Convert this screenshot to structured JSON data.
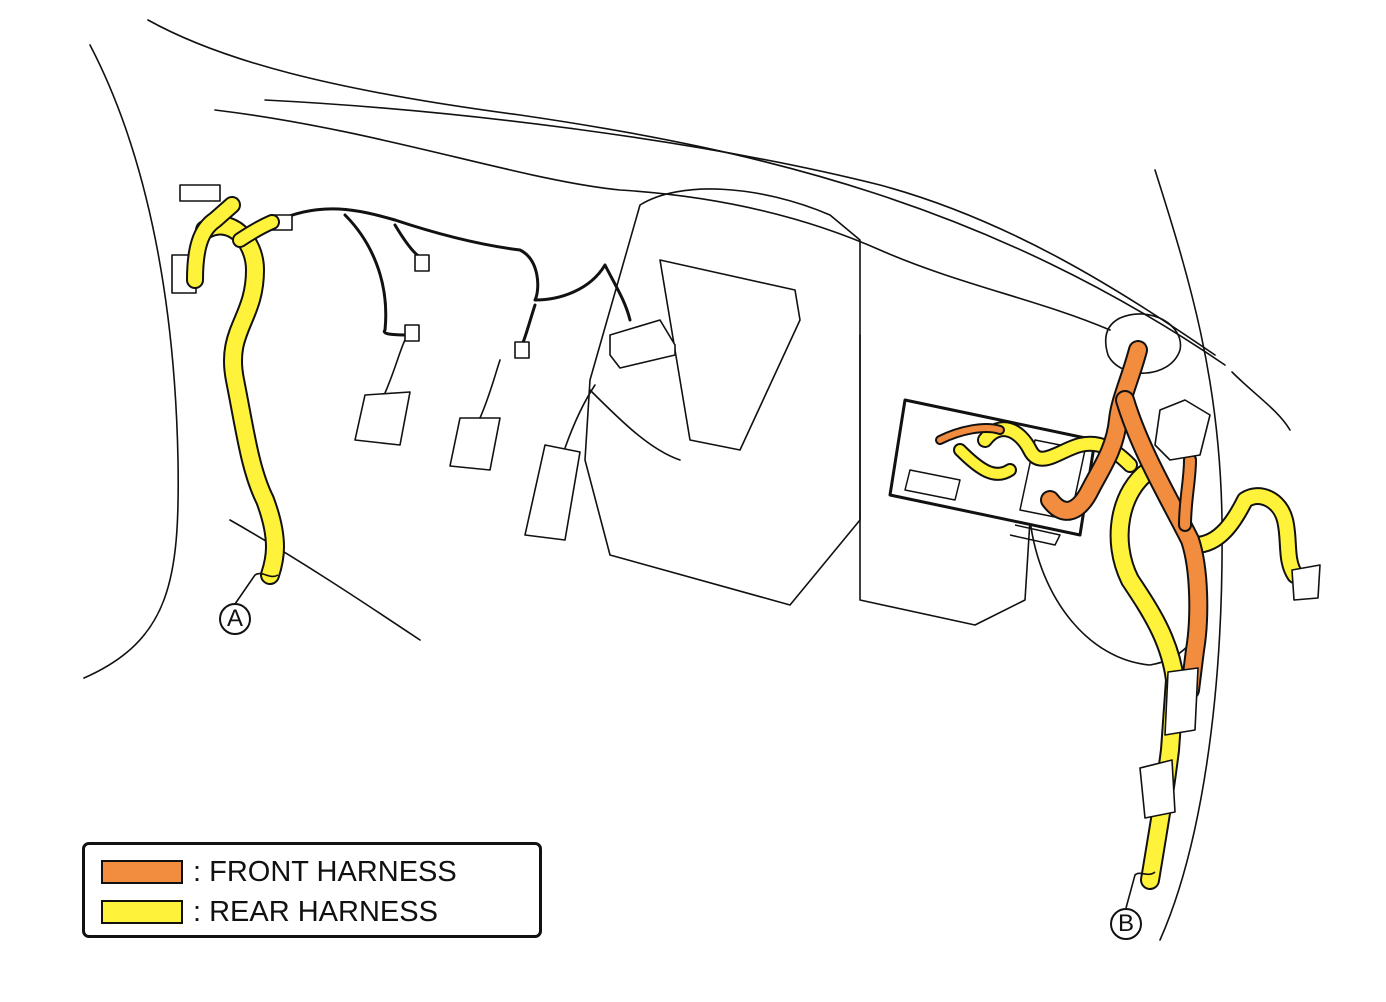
{
  "legend": {
    "items": [
      {
        "label": ": FRONT HARNESS",
        "color": "#F28C3F"
      },
      {
        "label": ": REAR HARNESS",
        "color": "#FFF23A"
      }
    ]
  },
  "callouts": {
    "a": "A",
    "b": "B"
  },
  "colors": {
    "front_harness": "#F28C3F",
    "rear_harness": "#FFF23A",
    "line": "#111111"
  }
}
